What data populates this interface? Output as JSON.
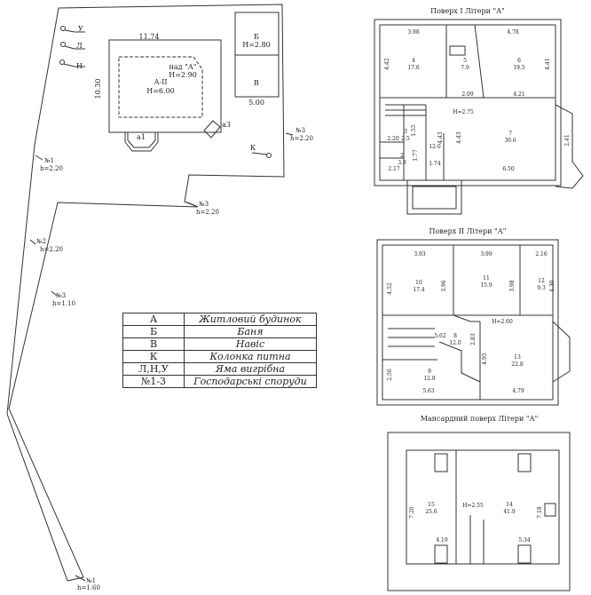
{
  "site": {
    "dim_house_width": "11.74",
    "dim_house_depth": "10.30",
    "house_label": "А-ІІ",
    "house_height": "Н=6.00",
    "over_a_label": "над \"А\"",
    "over_a_height": "Н=2.90",
    "bath_label": "Б",
    "bath_height": "Н=2.80",
    "shed_label": "В",
    "dim_bath": "5.00",
    "a1_label": "а1",
    "a3_label": "а3",
    "k_label": "К",
    "u_label": "У",
    "l_label": "Л",
    "n_label": "Н",
    "no3_top": "№3",
    "no3_top_h": "h=2.20",
    "no3_mid": "№3",
    "no3_mid_h": "h=2.20",
    "no1": "№1",
    "no1_h": "h=2.20",
    "no2": "№2",
    "no2_h": "h=2.20",
    "no3_low": "№3",
    "no3_low_h": "h=1.10",
    "no1_bot": "№1",
    "no1_bot_h": "h=1.60"
  },
  "legend": [
    {
      "k": "А",
      "v": "Житловий будинок"
    },
    {
      "k": "Б",
      "v": "Баня"
    },
    {
      "k": "В",
      "v": "Навіс"
    },
    {
      "k": "К",
      "v": "Колонка питна"
    },
    {
      "k": "Л,Н,У",
      "v": "Яма вигрібна"
    },
    {
      "k": "№1-3",
      "v": "Господарські споруди"
    }
  ],
  "floor1": {
    "title": "Поверх І Літери \"А\"",
    "d1": "3.98",
    "d2": "4.78",
    "d3": "4.42",
    "d4": "4.41",
    "r4": "4",
    "r4a": "17.6",
    "r5": "5",
    "r5a": "7.9",
    "r6": "6",
    "r6a": "19.5",
    "d5": "2.09",
    "d6": "4.21",
    "h": "Н=2.75",
    "r3": "3",
    "r3a": "2.5",
    "d7": "1.55",
    "d8": "2.20",
    "d9": "12.0",
    "d10": "4.43",
    "d11": "4.43",
    "r7": "7",
    "r7a": "30.6",
    "d12": "2.41",
    "r2": "2",
    "r2a": "3.8",
    "d13": "1.77",
    "d14": "1.74",
    "d15": "2.17",
    "d16": "6.50"
  },
  "floor2": {
    "title": "Поверх ІІ Літери \"А\"",
    "d1": "3.93",
    "d2": "3.99",
    "d3": "2.16",
    "d4": "4.52",
    "r10": "10",
    "r10a": "17.4",
    "d5": "3.96",
    "r11": "11",
    "r11a": "15.9",
    "d6": "3.98",
    "r12": "12",
    "r12a": "9.3",
    "d7": "4.30",
    "h": "Н=2.60",
    "d8": "5.62",
    "r8": "8",
    "r8a": "12.0",
    "d9": "2.83",
    "d10": "4.95",
    "r13": "13",
    "r13a": "22.8",
    "d11": "2.50",
    "r9": "9",
    "r9a": "12.8",
    "d12": "5.63",
    "d13": "4.79"
  },
  "attic": {
    "title": "Мансардний поверх Літери \"А\"",
    "d1": "7.20",
    "r15": "15",
    "r15a": "25.6",
    "h": "Н=2.55",
    "r14": "14",
    "r14a": "41.9",
    "d2": "7.18",
    "d3": "4.19",
    "d4": "5.34"
  }
}
